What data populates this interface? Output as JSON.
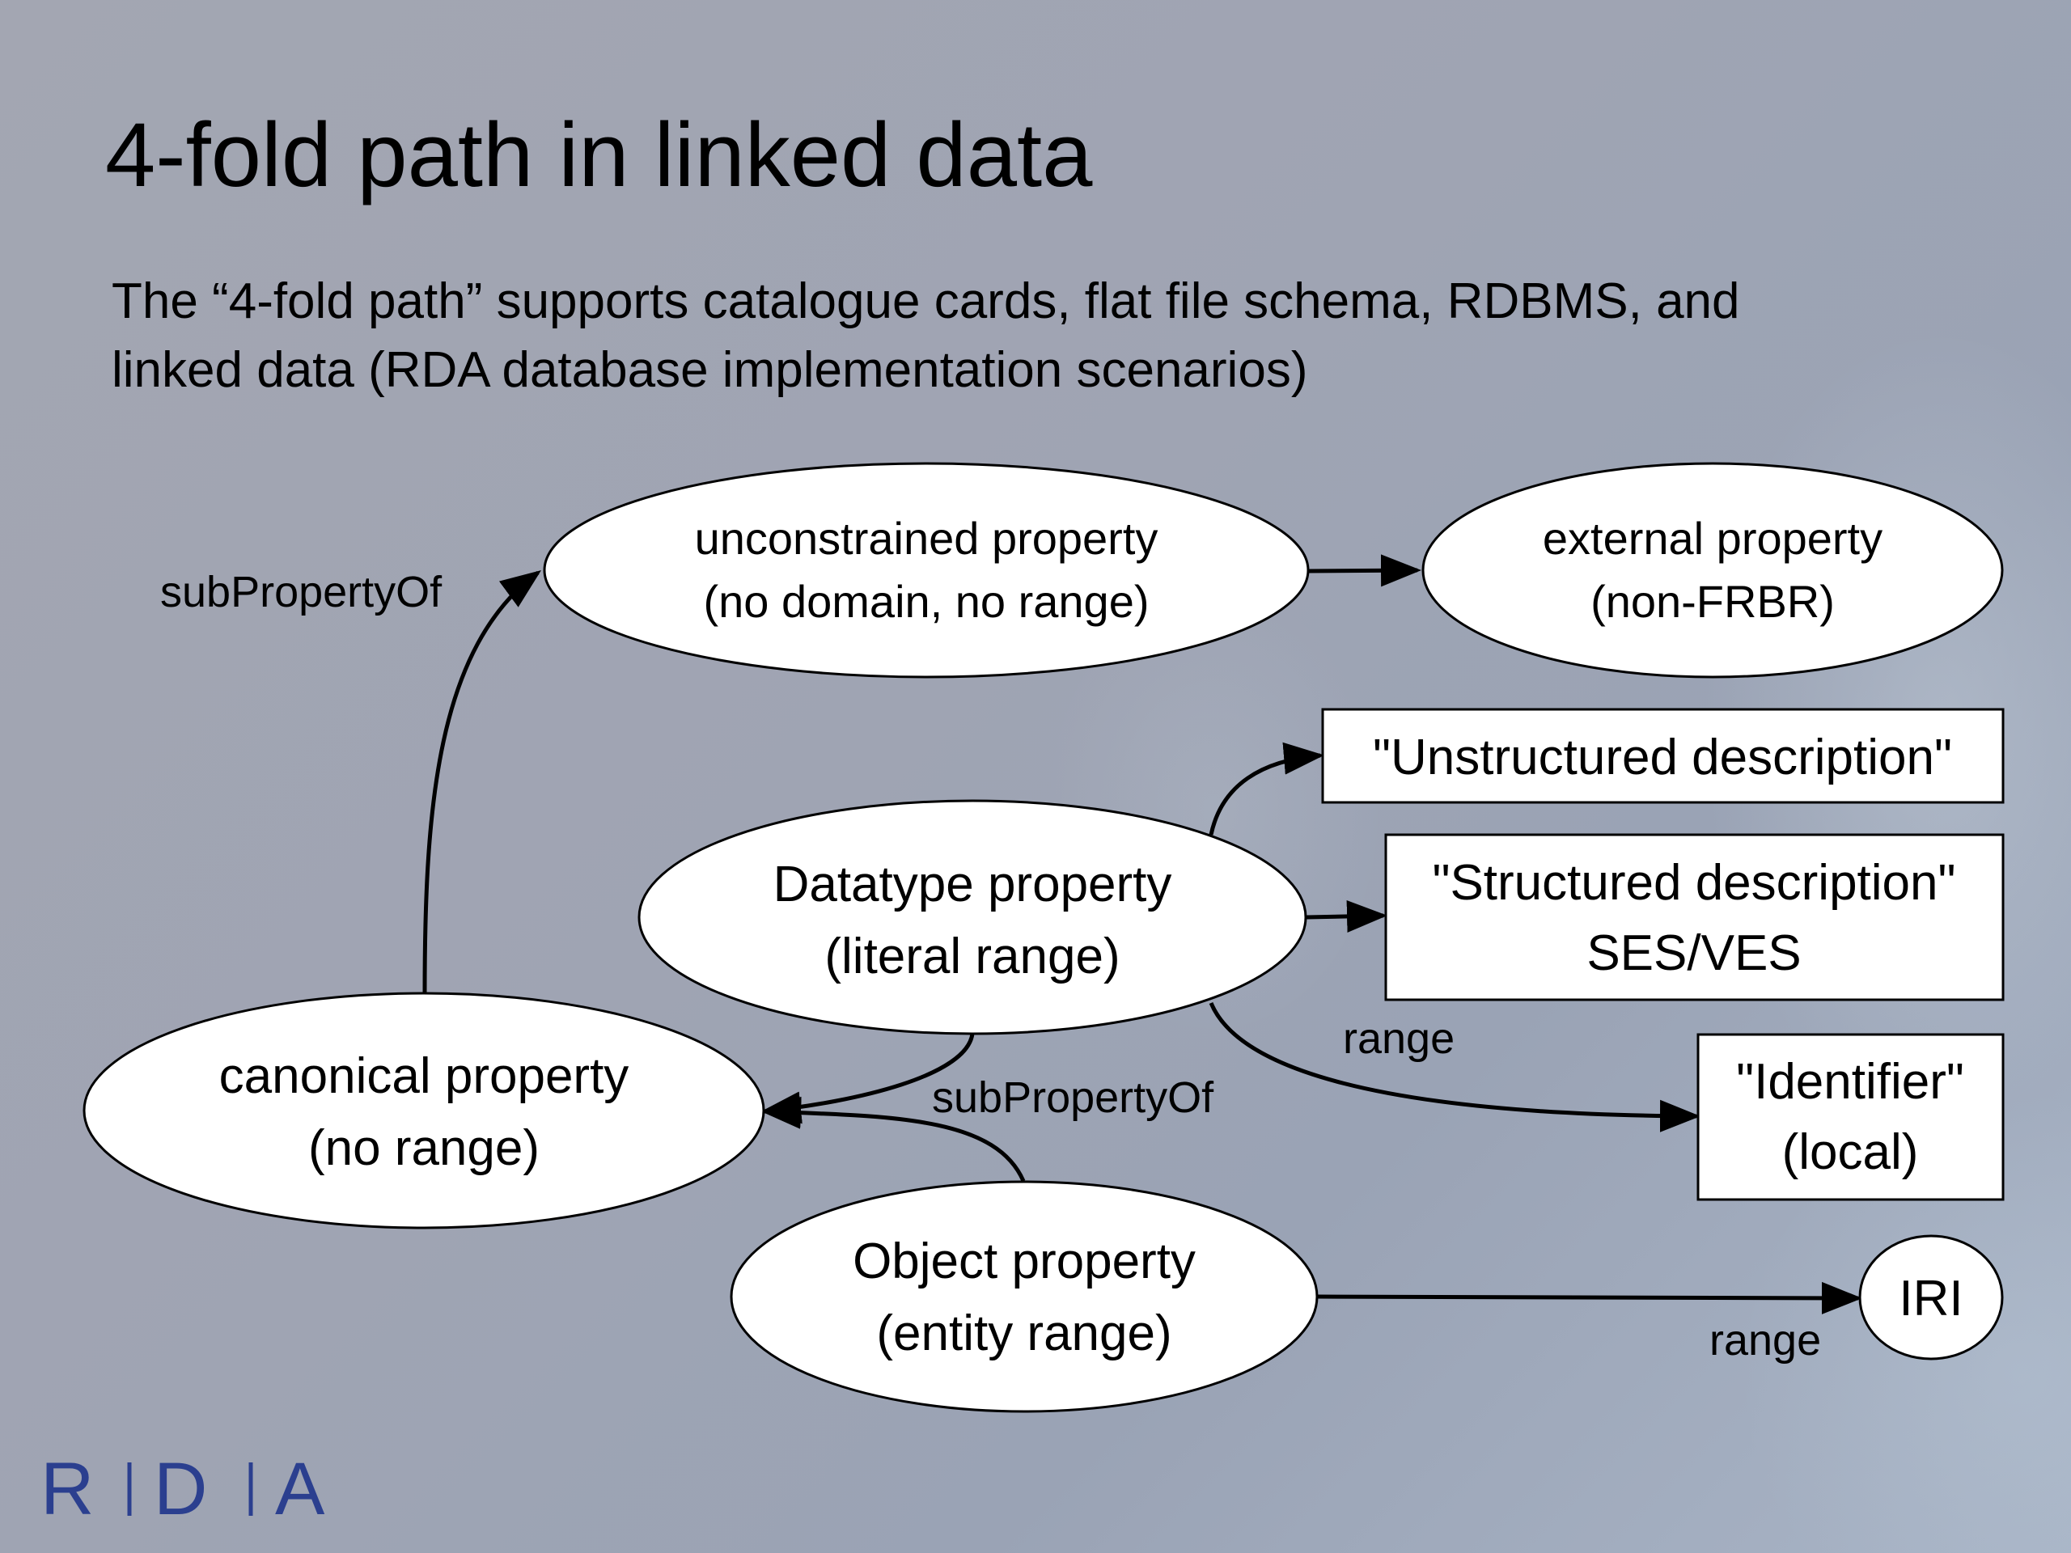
{
  "title": "4-fold path in linked data",
  "subtitle": {
    "line1": "The “4-fold path” supports catalogue cards, flat file schema, RDBMS, and",
    "line2": "linked data (RDA database implementation scenarios)"
  },
  "nodes": {
    "unconstrained": {
      "line1": "unconstrained property",
      "line2": "(no domain, no range)"
    },
    "external": {
      "line1": "external property",
      "line2": "(non-FRBR)"
    },
    "unstructured": {
      "line1": "\"Unstructured description\""
    },
    "datatype": {
      "line1": "Datatype property",
      "line2": "(literal range)"
    },
    "structured": {
      "line1": "\"Structured description\"",
      "line2": "SES/VES"
    },
    "canonical": {
      "line1": "canonical property",
      "line2": "(no range)"
    },
    "identifier": {
      "line1": "\"Identifier\"",
      "line2": "(local)"
    },
    "object": {
      "line1": "Object property",
      "line2": "(entity range)"
    },
    "iri": {
      "line1": "IRI"
    }
  },
  "edge_labels": {
    "subprop_top": "subPropertyOf",
    "subprop_mid": "subPropertyOf",
    "range_datatype": "range",
    "range_object": "range"
  },
  "logo": {
    "letters": [
      "R",
      "D",
      "A"
    ]
  },
  "colors": {
    "background": "#a0a5b3",
    "node_fill": "#ffffff",
    "stroke": "#000000",
    "logo": "#2b3f8f"
  }
}
